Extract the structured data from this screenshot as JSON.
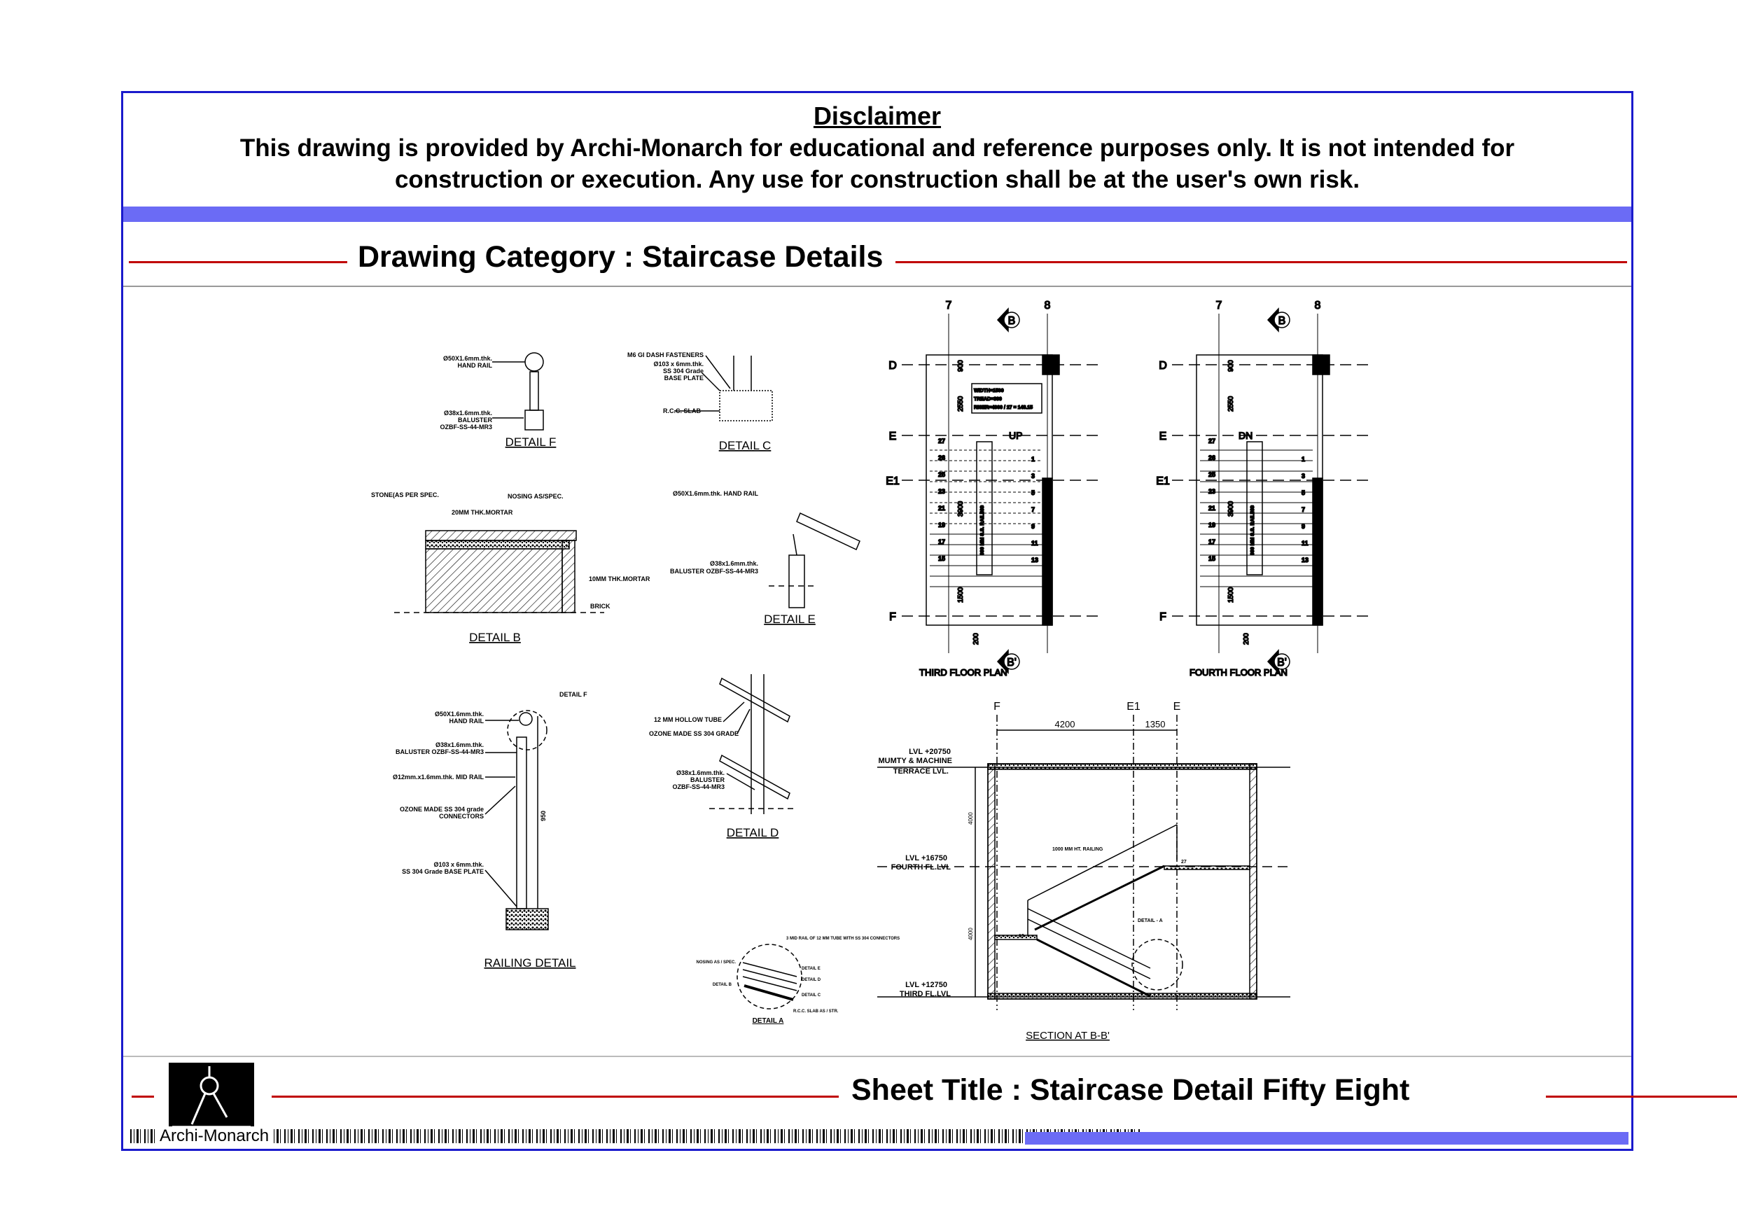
{
  "disclaimer": {
    "heading": "Disclaimer",
    "body": "This drawing is provided by Archi-Monarch for educational and reference purposes only. It is not intended for construction or execution. Any use for construction shall be at the user's own risk."
  },
  "category": "Drawing Category : Staircase Details",
  "sheet_title": "Sheet Title : Staircase Detail Fifty Eight",
  "logo_text": "Archi-Monarch",
  "colors": {
    "frame": "#1a1acc",
    "band": "#6b6bf5",
    "rule": "#c00000"
  },
  "details": {
    "f": {
      "title": "DETAIL F",
      "l1": "Ø50X1.6mm.thk.",
      "l2": "HAND RAIL",
      "l3": "Ø38x1.6mm.thk.",
      "l4": "BALUSTER",
      "l5": "OZBF-SS-44-MR3"
    },
    "c": {
      "title": "DETAIL C",
      "l1": "M6 GI DASH  FASTENERS",
      "l2": "Ø103 x 6mm.thk.",
      "l3": "SS 304 Grade",
      "l4": "BASE PLATE",
      "l5": "R.C.C. SLAB"
    },
    "b": {
      "title": "DETAIL B",
      "l1": "STONE(AS PER SPEC.",
      "l2": "NOSING AS/SPEC.",
      "l3": "20MM THK.MORTAR",
      "l4": "10MM THK.MORTAR",
      "l5": "BRICK"
    },
    "e": {
      "title": "DETAIL E",
      "l1": "Ø50X1.6mm.thk. HAND RAIL",
      "l2": "Ø38x1.6mm.thk.",
      "l3": "BALUSTER OZBF-SS-44-MR3"
    },
    "railing": {
      "title": "RAILING  DETAIL",
      "ref": "DETAIL F",
      "l1": "Ø50X1.6mm.thk.",
      "l2": "HAND RAIL",
      "l3": "Ø38x1.6mm.thk.",
      "l4": "BALUSTER OZBF-SS-44-MR3",
      "l5": "Ø12mm.x1.6mm.thk. MID RAIL",
      "l6": "OZONE MADE SS 304 grade",
      "l7": "CONNECTORS",
      "l8": "Ø103 x 6mm.thk.",
      "l9": "SS 304 Grade BASE PLATE",
      "dim": "950"
    },
    "d": {
      "title": "DETAIL D",
      "l1": "12 MM HOLLOW TUBE",
      "l2": "OZONE MADE SS 304 GRADE",
      "l3": "Ø38x1.6mm.thk.",
      "l4": "BALUSTER",
      "l5": "OZBF-SS-44-MR3"
    },
    "a": {
      "title": "DETAIL A",
      "l1": "3 MID RAIL OF 12 MM TUBE WITH SS 304 CONNECTORS",
      "l2": "NOSING AS / SPEC.",
      "l3": "DETAIL B",
      "l4": "DETAIL E",
      "l5": "DETAIL D",
      "l6": "DETAIL C",
      "l7": "R.C.C. SLAB AS / STR."
    }
  },
  "plans": [
    {
      "title": "THIRD FLOOR PLAN",
      "direction": "UP"
    },
    {
      "title": "FOURTH FLOOR PLAN",
      "direction": "DN"
    }
  ],
  "plan_common": {
    "grid_cols": [
      "7",
      "8"
    ],
    "grid_rows": [
      "D",
      "E",
      "E1",
      "F"
    ],
    "section_mark": "B",
    "section_mark2": "B'",
    "dims": [
      "900",
      "2550",
      "3900",
      "1500",
      "200"
    ],
    "note": [
      "WIDTH=1500",
      "TREAD=300",
      "RISER=4000 / 27 = 148.15"
    ],
    "railing": "900 MM S.S. RAILING",
    "steps_left": [
      "27",
      "26",
      "25",
      "23",
      "21",
      "19",
      "17",
      "15"
    ],
    "steps_right": [
      "1",
      "3",
      "5",
      "7",
      "9",
      "11",
      "13"
    ]
  },
  "section": {
    "title": "SECTION AT B-B'",
    "grids": [
      "F",
      "E1",
      "E"
    ],
    "dims": [
      "4200",
      "1350",
      "4000",
      "4000"
    ],
    "levels": [
      {
        "lvl": "LVL +20750",
        "name": "MUMTY & MACHINE",
        "name2": "TERRACE LVL."
      },
      {
        "lvl": "LVL +16750",
        "name": "FOURTH FL.LVL"
      },
      {
        "lvl": "LVL +12750",
        "name": "THIRD FL.LVL"
      }
    ],
    "railing": "1000 MM HT. RAILING",
    "detail": "DETAIL - A",
    "step_top": "27",
    "step_mid": "13"
  }
}
